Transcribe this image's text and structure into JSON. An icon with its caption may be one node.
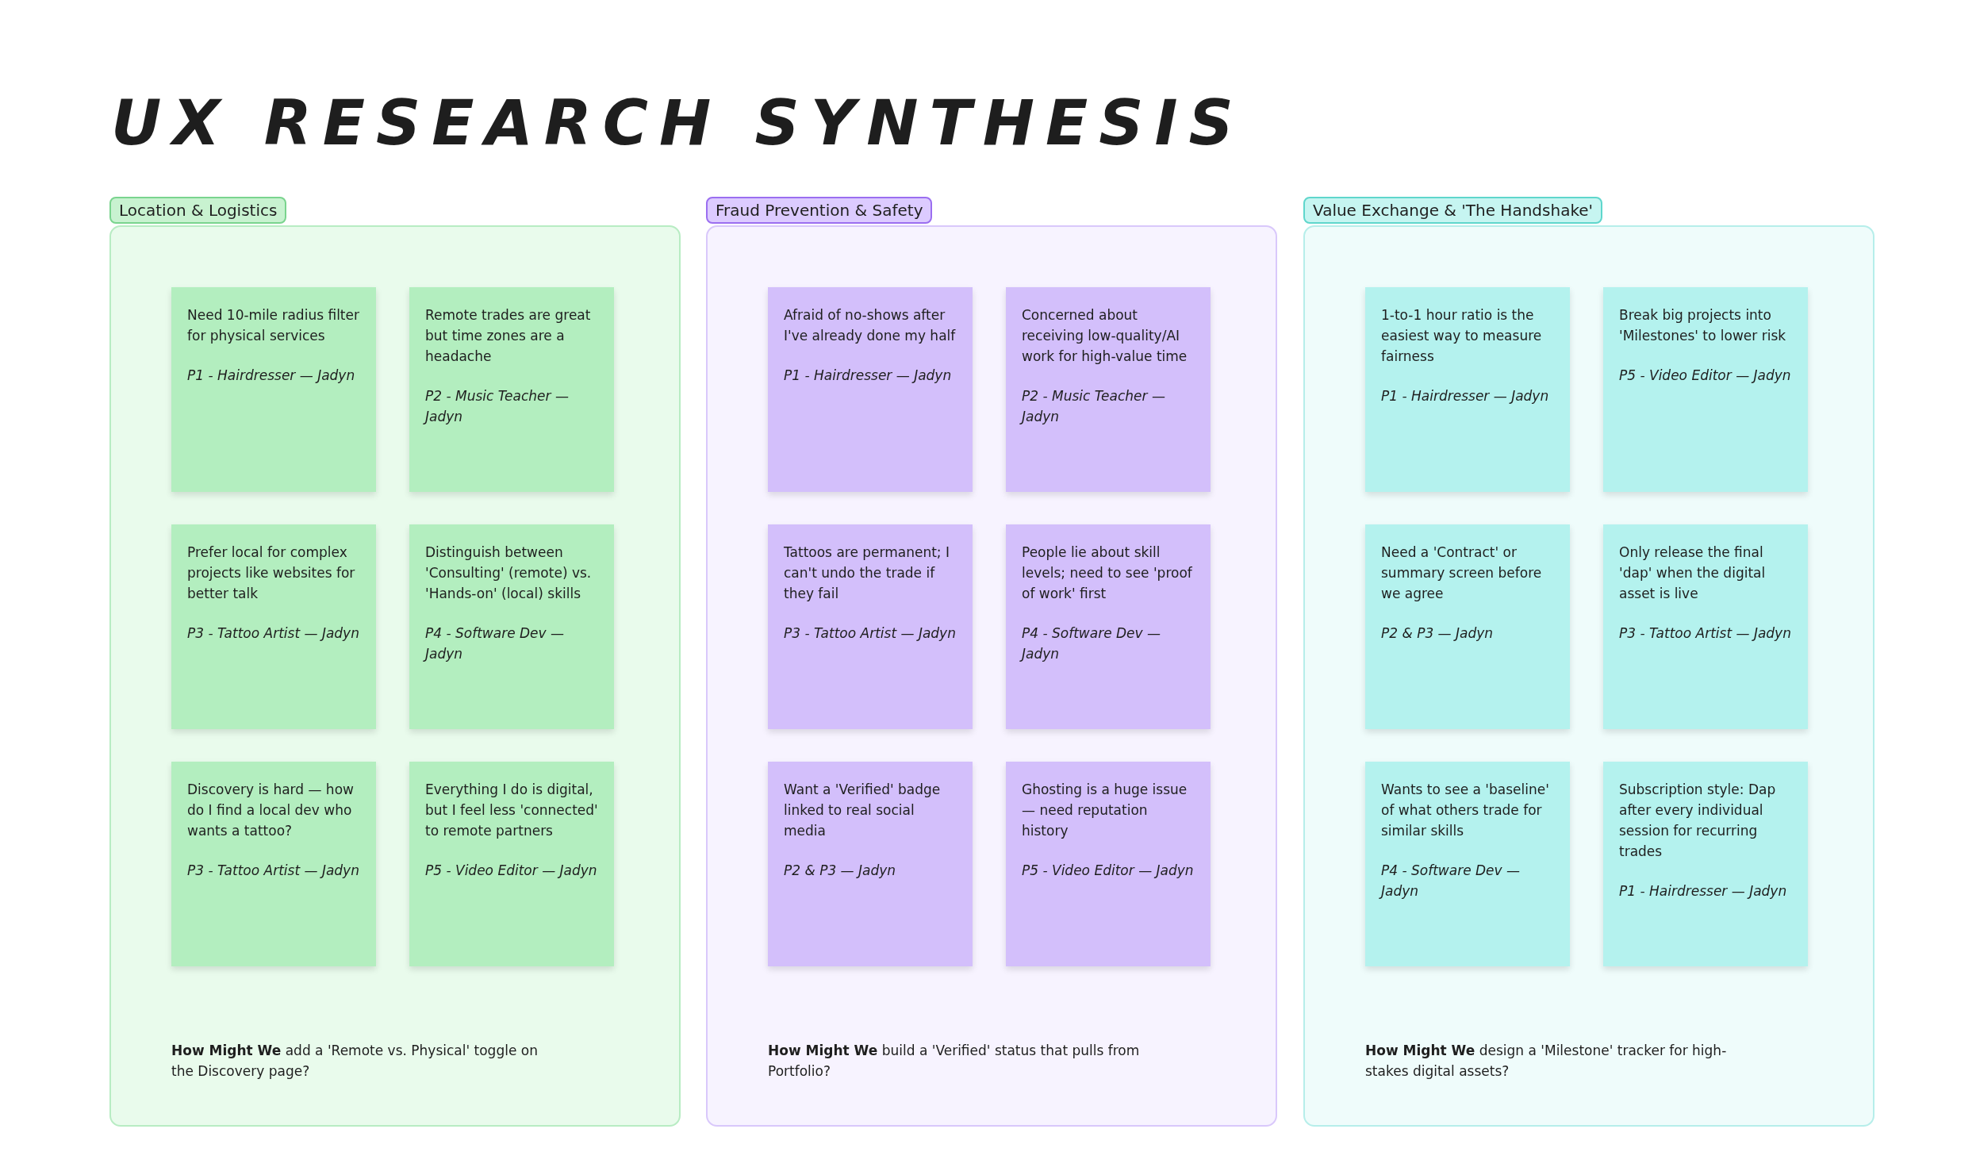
{
  "diagram": {
    "title": "UX RESEARCH SYNTHESIS",
    "nodes": [
      {
        "text": [
          "Location & Logistics",
          "**How Might We** add a 'Remote vs. Physical' toggle on the Discovery page?"
        ]
      },
      {
        "text": [
          "Need 10-mile radius filter for physical services",
          "P1 - Hairdresser — Jadyn"
        ],
        "in": 0
      },
      {
        "text": [
          "Remote trades are great but time zones are a headache",
          "P2 - Music Teacher — Jadyn"
        ],
        "in": 0
      },
      {
        "text": [
          "Prefer local for complex projects like websites for better talk",
          "P3 - Tattoo Artist — Jadyn"
        ],
        "in": 0
      },
      {
        "text": [
          "Distinguish between 'Consulting' (remote) vs. 'Hands-on' (local) skills",
          "P4 - Software Dev — Jadyn"
        ],
        "in": 0
      },
      {
        "text": [
          "Discovery is hard — how do I find a local dev who wants a tattoo?",
          "P3 - Tattoo Artist — Jadyn"
        ],
        "in": 0
      },
      {
        "text": [
          "Everything I do is digital, but I feel less 'connected' to remote partners",
          "P5 - Video Editor — Jadyn"
        ],
        "in": 0
      },
      {
        "text": [
          "Fraud Prevention & Safety",
          "**How Might We** build a 'Verified' status that pulls from Portfolio?"
        ]
      },
      {
        "text": [
          "Afraid of no-shows after I've already done my half",
          "P1 - Hairdresser — Jadyn"
        ],
        "in": 7
      },
      {
        "text": [
          "Concerned about receiving low-quality/AI work for high-value time",
          "P2 - Music Teacher — Jadyn"
        ],
        "in": 7
      },
      {
        "text": [
          "Tattoos are permanent; I can't undo the trade if they fail",
          "P3 - Tattoo Artist — Jadyn"
        ],
        "in": 7
      },
      {
        "text": [
          "People lie about skill levels; need to see 'proof of work' first",
          "P4 - Software Dev — Jadyn"
        ],
        "in": 7
      },
      {
        "text": [
          "Want a 'Verified' badge linked to real social media",
          "P2 & P3 — Jadyn"
        ],
        "in": 7
      },
      {
        "text": [
          "Ghosting is a huge issue — need reputation history",
          "P5 - Video Editor — Jadyn"
        ],
        "in": 7
      },
      {
        "text": [
          "Value Exchange & 'The Handshake'",
          "**How Might We** design a 'Milestone' tracker for high-stakes digital assets?"
        ]
      },
      {
        "text": [
          "1-to-1 hour ratio is the easiest way to measure fairness",
          "P1 - Hairdresser — Jadyn"
        ],
        "in": 14
      },
      {
        "text": [
          "Break big projects into 'Milestones' to lower risk",
          "P5 - Video Editor — Jadyn"
        ],
        "in": 14
      },
      {
        "text": [
          "Need a 'Contract' or summary screen before we agree",
          "P2 & P3 — Jadyn"
        ],
        "in": 14
      },
      {
        "text": [
          "Only release the final 'dap' when the digital asset is live",
          "P3 - Tattoo Artist — Jadyn"
        ],
        "in": 14
      },
      {
        "text": [
          "Wants to see a 'baseline' of what others trade for similar skills",
          "P4 - Software Dev — Jadyn"
        ],
        "in": 14
      },
      {
        "text": [
          "Subscription style: Dap after every individual session for recurring trades",
          "P1 - Hairdresser — Jadyn"
        ],
        "in": 14
      }
    ],
    "edges": []
  }
}
